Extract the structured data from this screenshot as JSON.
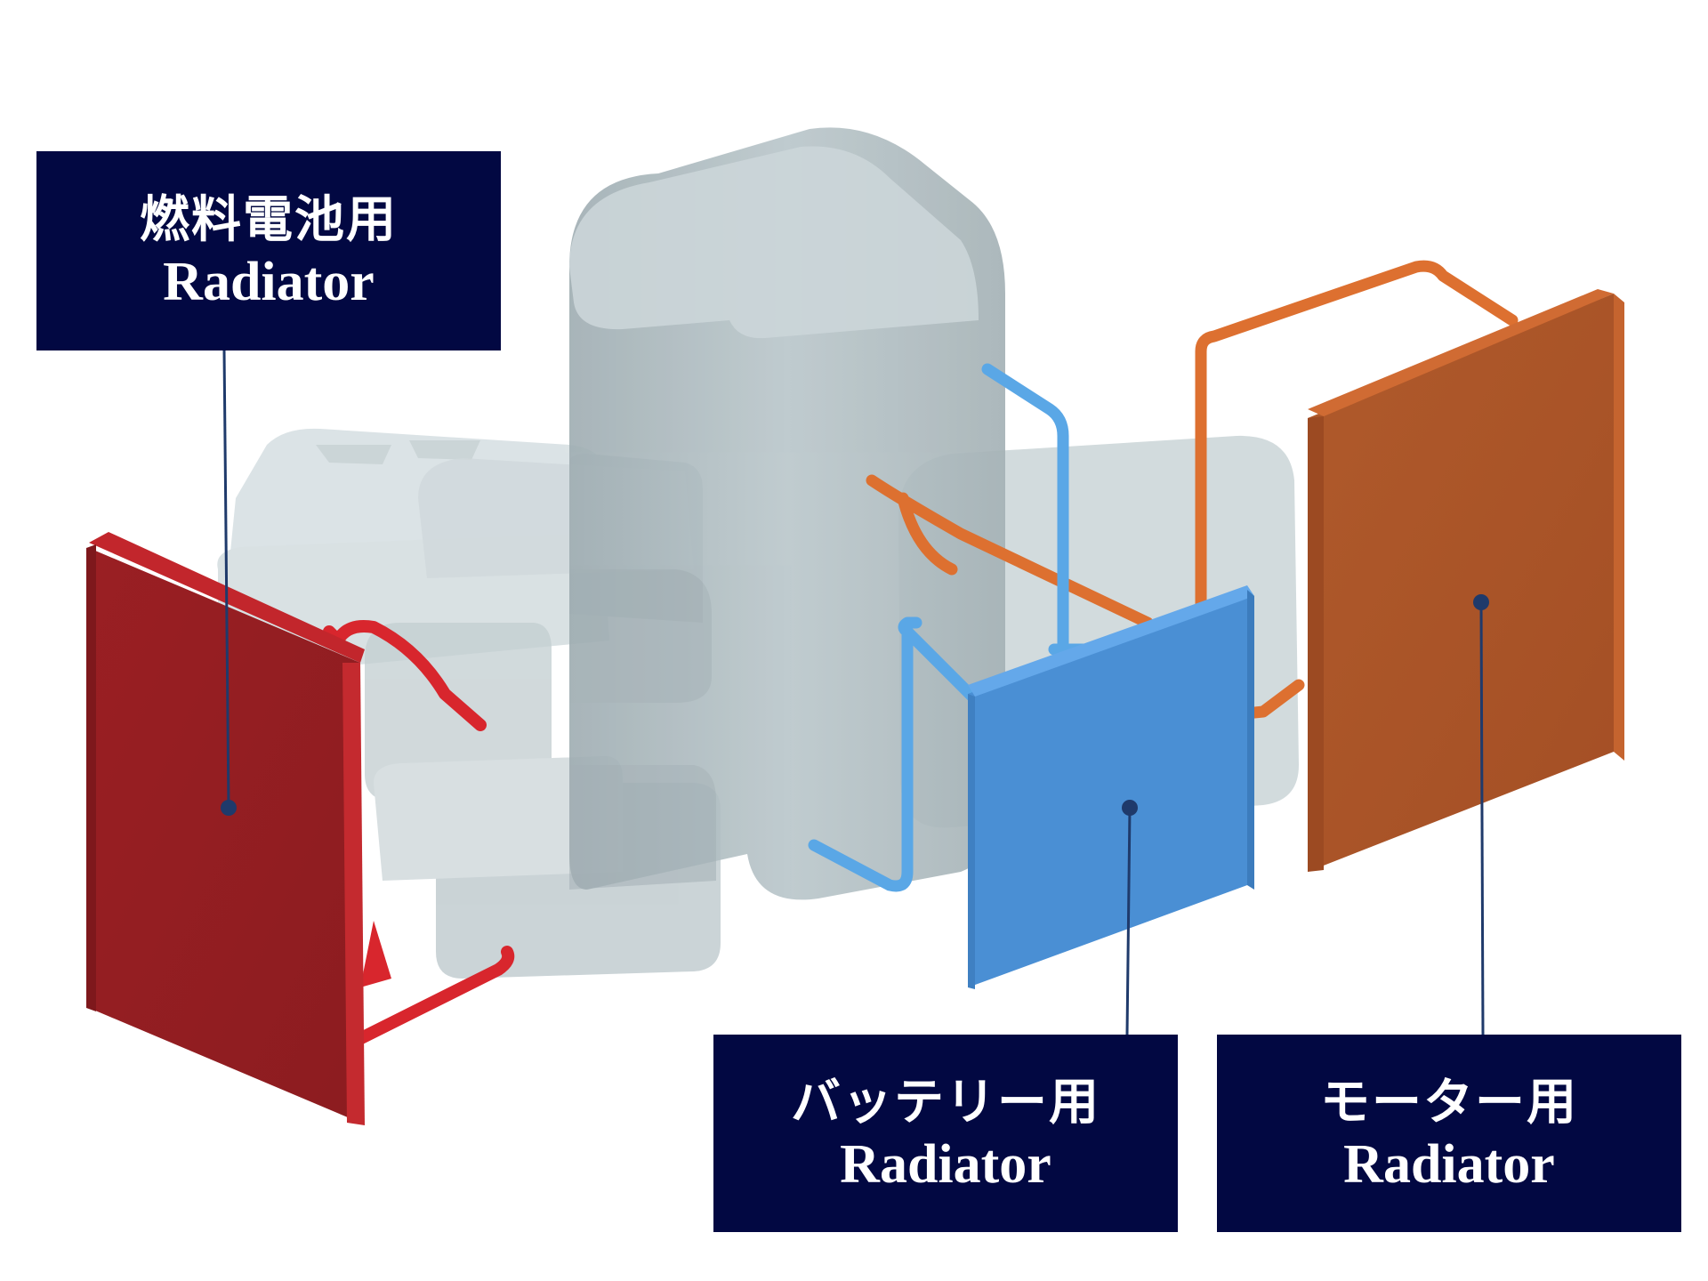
{
  "labels": {
    "fuel_cell": {
      "jp": "燃料電池用",
      "en": "Radiator"
    },
    "battery": {
      "jp": "バッテリー用",
      "en": "Radiator"
    },
    "motor": {
      "jp": "モーター用",
      "en": "Radiator"
    }
  },
  "colors": {
    "label_bg": "#020842",
    "label_text": "#ffffff",
    "leader_line": "#1f3a6b",
    "fuel_cell_radiator": "#b3232a",
    "fuel_cell_pipe": "#d8262d",
    "battery_radiator": "#4a8fd4",
    "battery_pipe": "#5aa7e6",
    "motor_radiator": "#b4572a",
    "motor_pipe": "#dd7030",
    "component_gray": "#aebcc0"
  }
}
